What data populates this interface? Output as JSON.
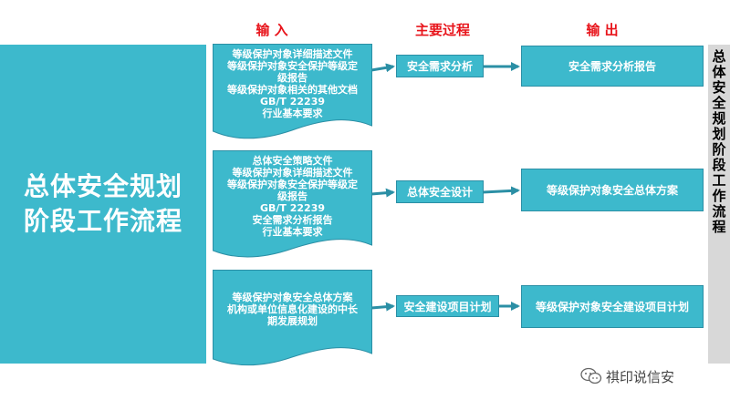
{
  "headers": {
    "input": "输 入",
    "process": "主要过程",
    "output": "输 出"
  },
  "left_title": {
    "line1": "总体安全规划",
    "line2": "阶段工作流程"
  },
  "right_label": "总体安全规划阶段工作流程",
  "rows": [
    {
      "inputs": [
        "等级保护对象详细描述文件",
        "等级保护对象安全保护等级定",
        "级报告",
        "等级保护对象相关的其他文档",
        "GB/T 22239",
        "行业基本要求"
      ],
      "process": "安全需求分析",
      "output": "安全需求分析报告"
    },
    {
      "inputs": [
        "总体安全策略文件",
        "等级保护对象详细描述文件",
        "等级保护对象安全保护等级定",
        "级报告",
        "GB/T 22239",
        "安全需求分析报告",
        "行业基本要求"
      ],
      "process": "总体安全设计",
      "output": "等级保护对象安全总体方案"
    },
    {
      "inputs": [
        "等级保护对象安全总体方案",
        "机构或单位信息化建设的中长",
        "期发展规划"
      ],
      "process": "安全建设项目计划",
      "output": "等级保护对象安全建设项目计划"
    }
  ],
  "watermark": "祺印说信安",
  "colors": {
    "teal": "#3db9cc",
    "header_red": "#e8141b",
    "side_gray": "#d8d8d8"
  }
}
